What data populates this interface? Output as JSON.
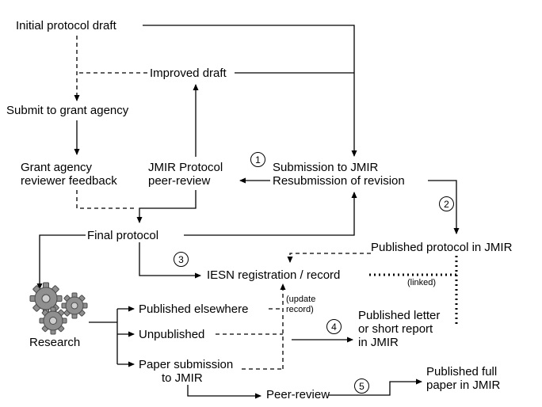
{
  "diagram": {
    "background": "#ffffff",
    "line_color": "#000000",
    "gear_color": "#8f8f8f",
    "nodes": {
      "initial_draft": {
        "label": "Initial protocol draft"
      },
      "improved_draft": {
        "label": "Improved draft"
      },
      "submit_grant": {
        "label": "Submit to grant agency"
      },
      "grant_feedback": {
        "lines": [
          "Grant agency",
          "reviewer feedback"
        ]
      },
      "jmir_review": {
        "lines": [
          "JMIR Protocol",
          "peer-review"
        ]
      },
      "submission": {
        "lines": [
          "Submission to JMIR",
          "Resubmission of revision"
        ]
      },
      "final_protocol": {
        "label": "Final protocol"
      },
      "published_protocol": {
        "label": "Published protocol in JMIR"
      },
      "iesn": {
        "label": "IESN registration / record"
      },
      "linked_note": {
        "label": "(linked)"
      },
      "published_elsewhere": {
        "label": "Published elsewhere"
      },
      "update_record_note": {
        "lines": [
          "(update",
          "record)"
        ]
      },
      "unpublished": {
        "label": "Unpublished"
      },
      "published_letter": {
        "lines": [
          "Published letter",
          "or short report",
          "in JMIR"
        ]
      },
      "research": {
        "label": "Research"
      },
      "paper_submission": {
        "lines": [
          "Paper submission",
          "to JMIR"
        ]
      },
      "peer_review": {
        "label": "Peer-review"
      },
      "published_full": {
        "lines": [
          "Published full",
          "paper in JMIR"
        ]
      }
    },
    "steps": {
      "s1": "1",
      "s2": "2",
      "s3": "3",
      "s4": "4",
      "s5": "5"
    },
    "icons": {
      "gears": "gears-icon"
    }
  }
}
